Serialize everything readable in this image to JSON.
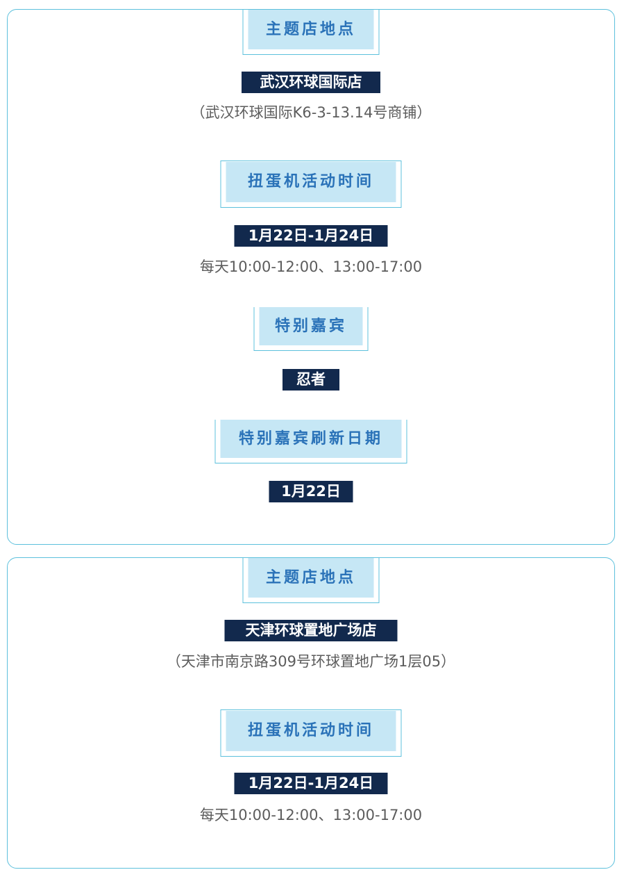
{
  "stores": [
    {
      "location_label": "主题店地点",
      "store_name": "武汉环球国际店",
      "store_address": "（武汉环球国际K6-3-13.14号商铺）",
      "time_label": "扭蛋机活动时间",
      "date_range": "1月22日-1月24日",
      "daily_hours": "每天10:00-12:00、13:00-17:00",
      "guest_label": "特别嘉宾",
      "guest_name": "忍者",
      "refresh_label": "特别嘉宾刷新日期",
      "refresh_date": "1月22日"
    },
    {
      "location_label": "主题店地点",
      "store_name": "天津环球置地广场店",
      "store_address": "（天津市南京路309号环球置地广场1层05）",
      "time_label": "扭蛋机活动时间",
      "date_range": "1月22日-1月24日",
      "daily_hours": "每天10:00-12:00、13:00-17:00"
    }
  ],
  "colors": {
    "card_border": "#5cc0dc",
    "label_fill": "#c6e7f5",
    "label_text": "#2a72b8",
    "badge_fill": "#12294d",
    "badge_text": "#ffffff",
    "body_text": "#5c5c5c"
  }
}
